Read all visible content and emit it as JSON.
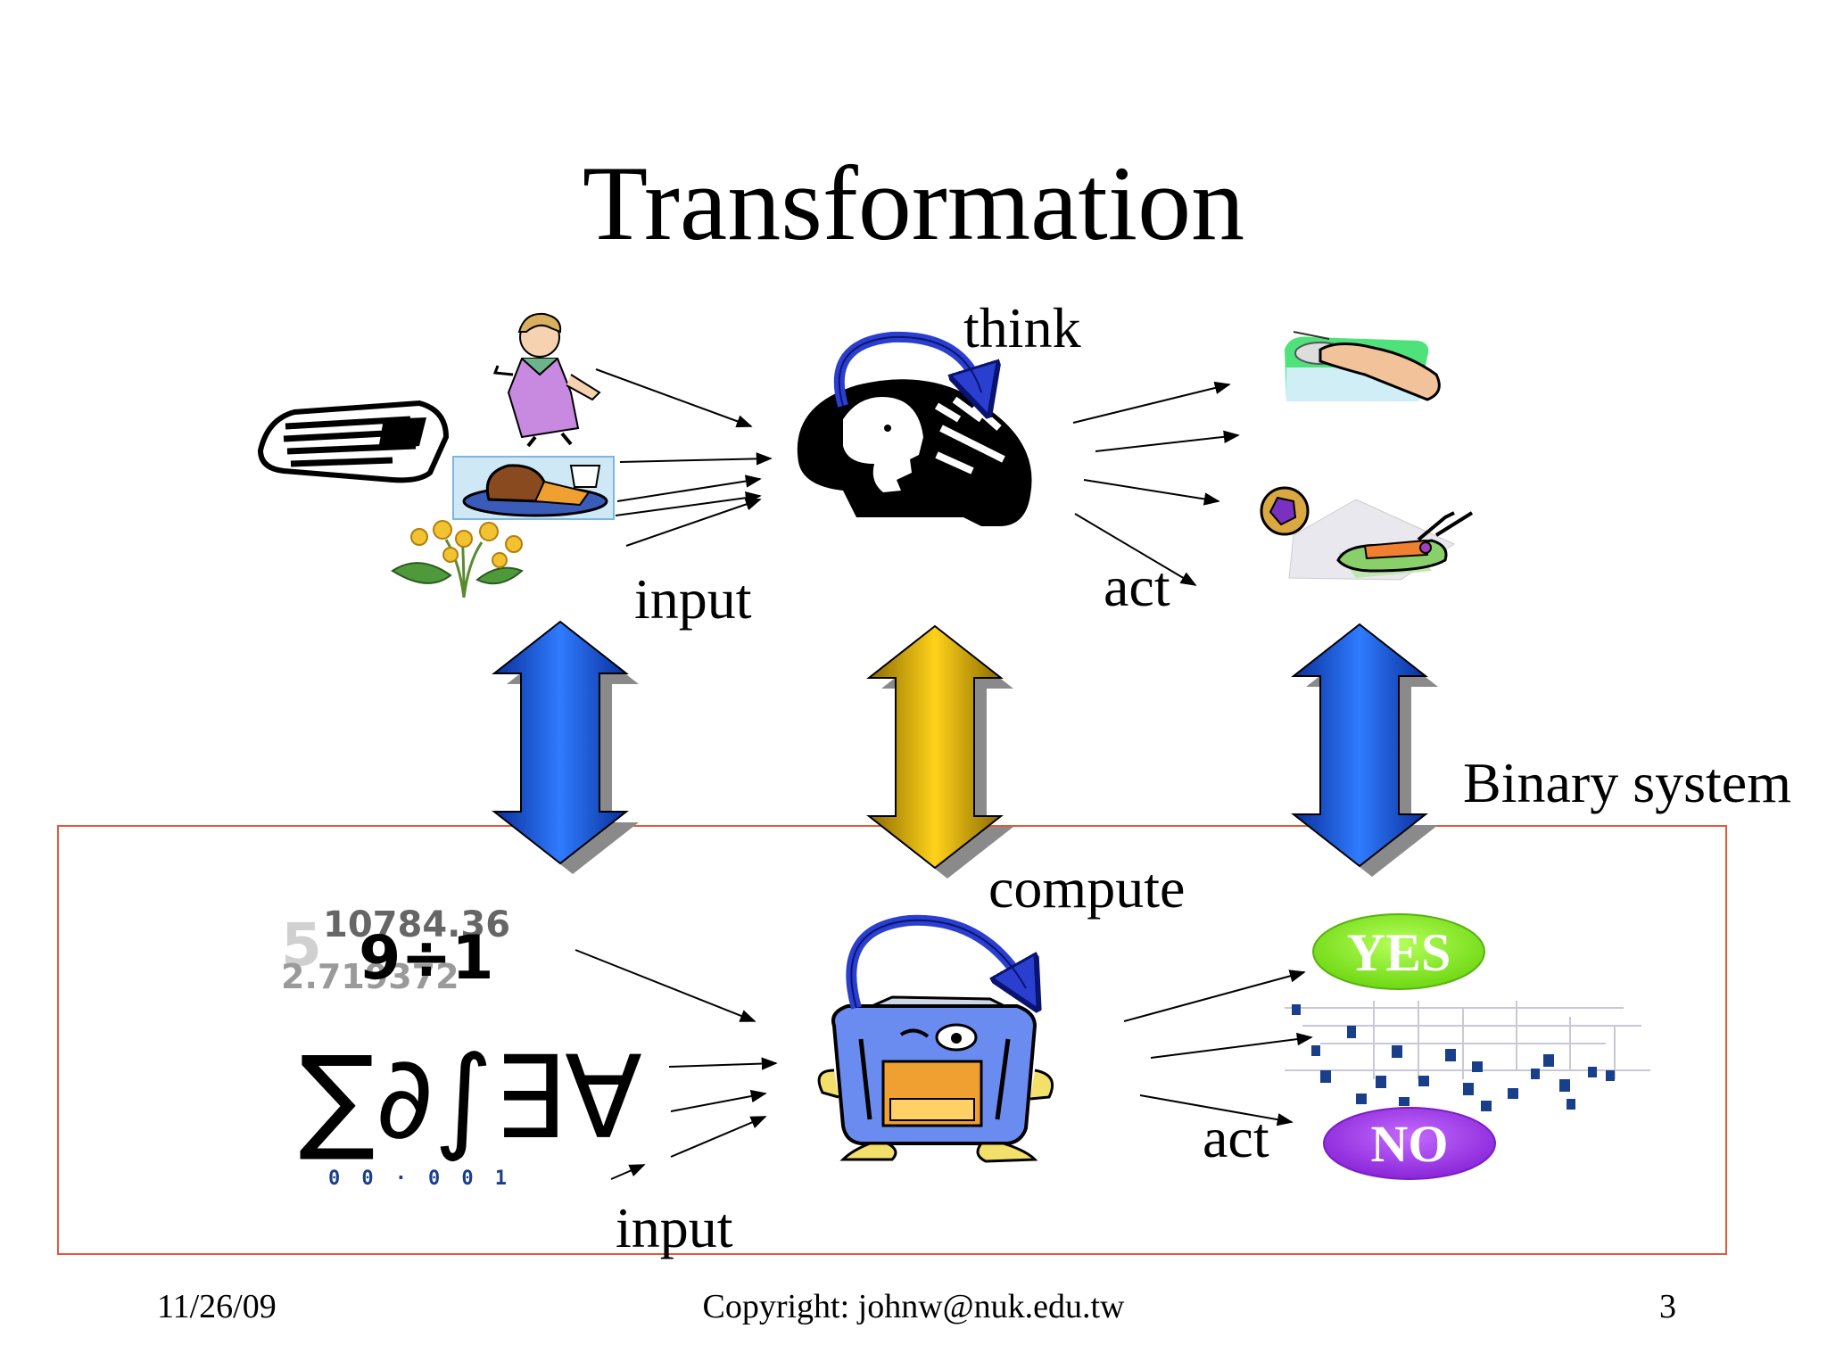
{
  "slide": {
    "title": "Transformation",
    "labels": {
      "think": "think",
      "input_top": "input",
      "act_top": "act",
      "binary_system": "Binary system",
      "compute": "compute",
      "act_bottom": "act",
      "input_bottom": "input"
    },
    "badges": {
      "yes": "YES",
      "no": "NO"
    },
    "math": {
      "number_top": "10784.36",
      "division": "9÷1",
      "number_bottom": "2.719372",
      "ghost_digit": "5",
      "symbols": "∑∂∫∃∀",
      "binary_strip": "0 0 · 0 0 1"
    }
  },
  "footer": {
    "date": "11/26/09",
    "copyright": "Copyright: johnw@nuk.edu.tw",
    "page_number": "3"
  },
  "colors": {
    "frame": "#e05a3c",
    "arrow_blue": "#1a56c8",
    "arrow_gold": "#d4a800",
    "yes_green": "#7ee81e",
    "no_purple": "#9a2ee0",
    "robot_blue": "#6a8cf0"
  }
}
